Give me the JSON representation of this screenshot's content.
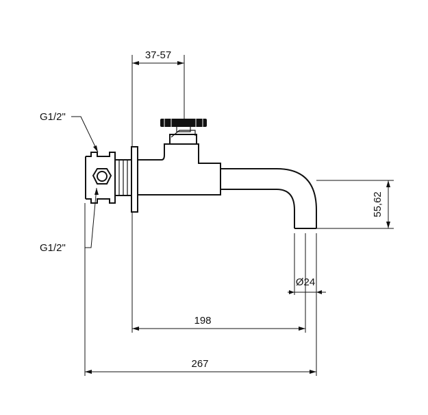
{
  "labels": {
    "handle_range": "37-57",
    "thread_top": "G1/2\"",
    "thread_bottom": "G1/2\"",
    "spout_height": "55,62",
    "outlet_diameter": "Ø24",
    "body_length": "198",
    "total_length": "267"
  }
}
